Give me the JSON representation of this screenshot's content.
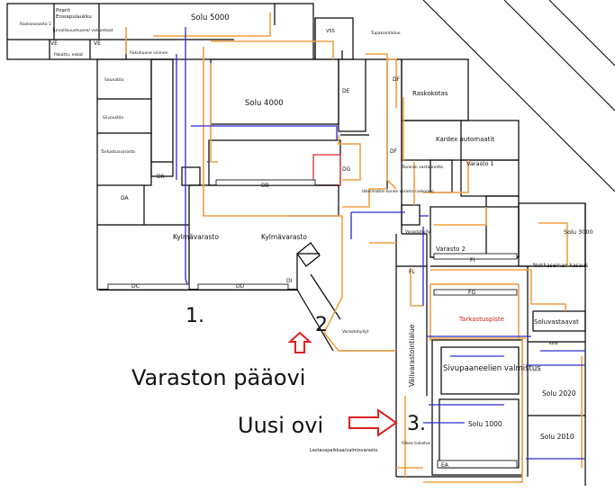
{
  "rooms": {
    "porfit": "Poarit",
    "enslapulaukku": "Ensiapulaukku",
    "raskasosasto": "Raskasosasto 1",
    "turvallisuus": "Turvallisuushuone/ valvontaat",
    "pakattu": "Pakattu, eskat",
    "pukuhuone": "Pukuhuone sininen",
    "solu5000": "Solu 5000",
    "vss": "VSS",
    "tupakointi": "Tupakointialue",
    "saunatila": "Saunatila",
    "siivoustila": "Siivoustila",
    "tarkastus_varasto": "Tarkastusvarasto",
    "solu4000": "Solu 4000",
    "raskokotas": "Raskokotas",
    "kardex": "Kardex automaatit",
    "tavaran": "Tavaran vastaanotto",
    "varasto1": "Varasto 1",
    "ulkovarasto": "Ulkoilmaton korien varasto (ukkoraa)",
    "kylmavarasto1": "Kylmävarasto",
    "kylmavarasto2": "Kylmävarasto",
    "varastohyllyt1": "Varastohyllyt",
    "varasto2": "Varasto 2",
    "solu3000": "Solu 3000",
    "nokkaseinan": "Nokkaseinan kasaus",
    "tarkastuspiste": "Tarkastuspiste",
    "solunosta": "Soluvastaavat",
    "varastohyllyt2": "Varastohyllyt",
    "valivarastointialue": "Välivarastointialue",
    "sivupaneelien": "Sivupaaneelien valmistus",
    "solu2020": "Solu 2020",
    "solu1000": "Solu 1000",
    "solu2010": "Solu 2010",
    "lastaus": "Lastauspaikkaa/valmisvarasto",
    "oikea": "Oikea tulostus",
    "kola": "Kola"
  },
  "codes": {
    "da": "DA",
    "db": "DB",
    "dc": "DC",
    "dd": "DD",
    "de": "DE",
    "df1": "DF",
    "df2": "DF",
    "dg": "DG",
    "di": "DI",
    "dk": "DK",
    "fi": "FI",
    "fl": "FL",
    "fg": "FG",
    "ea": "EA",
    "ve1": "VE",
    "ve2": "VE"
  },
  "markers": {
    "m1": "1.",
    "m2": "2",
    "m3": "3."
  },
  "annotations": {
    "main_door": "Varaston pääovi",
    "new_door": "Uusi ovi"
  },
  "colors": {
    "walls": "#000000",
    "route_orange": "#f0a040",
    "route_blue": "#2a2ad0",
    "annotation_red": "#e02020"
  }
}
